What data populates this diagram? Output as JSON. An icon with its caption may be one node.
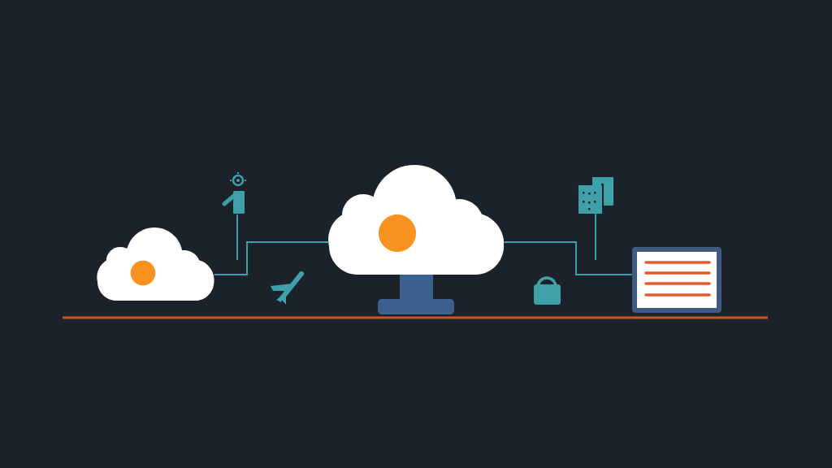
{
  "diagram": {
    "nodes": [
      {
        "text": [],
        "shape": "cloud"
      },
      {
        "text": [],
        "shape": "cloud"
      },
      {
        "text": [],
        "shape": "box"
      },
      {
        "text": [],
        "shape": "person"
      },
      {
        "text": [],
        "shape": "picture"
      }
    ],
    "edges": [
      {
        "from": 0,
        "to": 1,
        "arrow": "none"
      },
      {
        "from": 1,
        "to": 2,
        "arrow": "none"
      },
      {
        "from": 3,
        "to": null,
        "arrow": "none"
      },
      {
        "from": 4,
        "to": null,
        "arrow": "none"
      }
    ]
  }
}
